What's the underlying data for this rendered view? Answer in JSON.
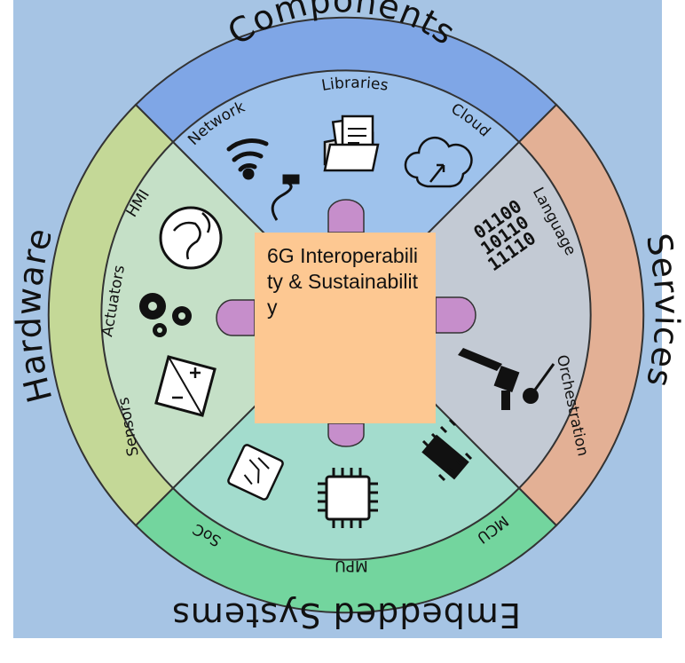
{
  "center": {
    "title": "6G Interoperability & Sustainability"
  },
  "sections": {
    "components": {
      "label": "Components",
      "color": "#7fa6e6",
      "inner": "#9ec2ec",
      "items": {
        "network": "Network",
        "libraries": "Libraries",
        "cloud": "Cloud"
      }
    },
    "services": {
      "label": "Services",
      "color": "#e3b095",
      "inner": "#c3cad4",
      "items": {
        "language": "Language",
        "orchestration": "Orchestration"
      }
    },
    "embedded": {
      "label": "Embedded Systems",
      "color": "#73d59e",
      "inner": "#a3dccd",
      "items": {
        "mcu": "MCU",
        "mpu": "MPU",
        "soc": "SoC"
      }
    },
    "hardware": {
      "label": "Hardware",
      "color": "#c4d897",
      "inner": "#c5e0c7",
      "items": {
        "hmi": "HMI",
        "actuators": "Actuators",
        "sensors": "Sensors"
      }
    }
  },
  "binary_lines": [
    "01100",
    "10110",
    "11110"
  ],
  "icons": [
    "wifi-icon",
    "folder-icon",
    "cloud-sync-icon",
    "cable-icon",
    "globe-icon",
    "gears-icon",
    "sensor-icon",
    "binary-icon",
    "orchestration-robot-icon",
    "chip-icon",
    "processor-icon",
    "soc-board-icon"
  ],
  "colors": {
    "background": "#a6c4e4",
    "connector": "#c68ecb",
    "center_box": "#fdc892"
  }
}
